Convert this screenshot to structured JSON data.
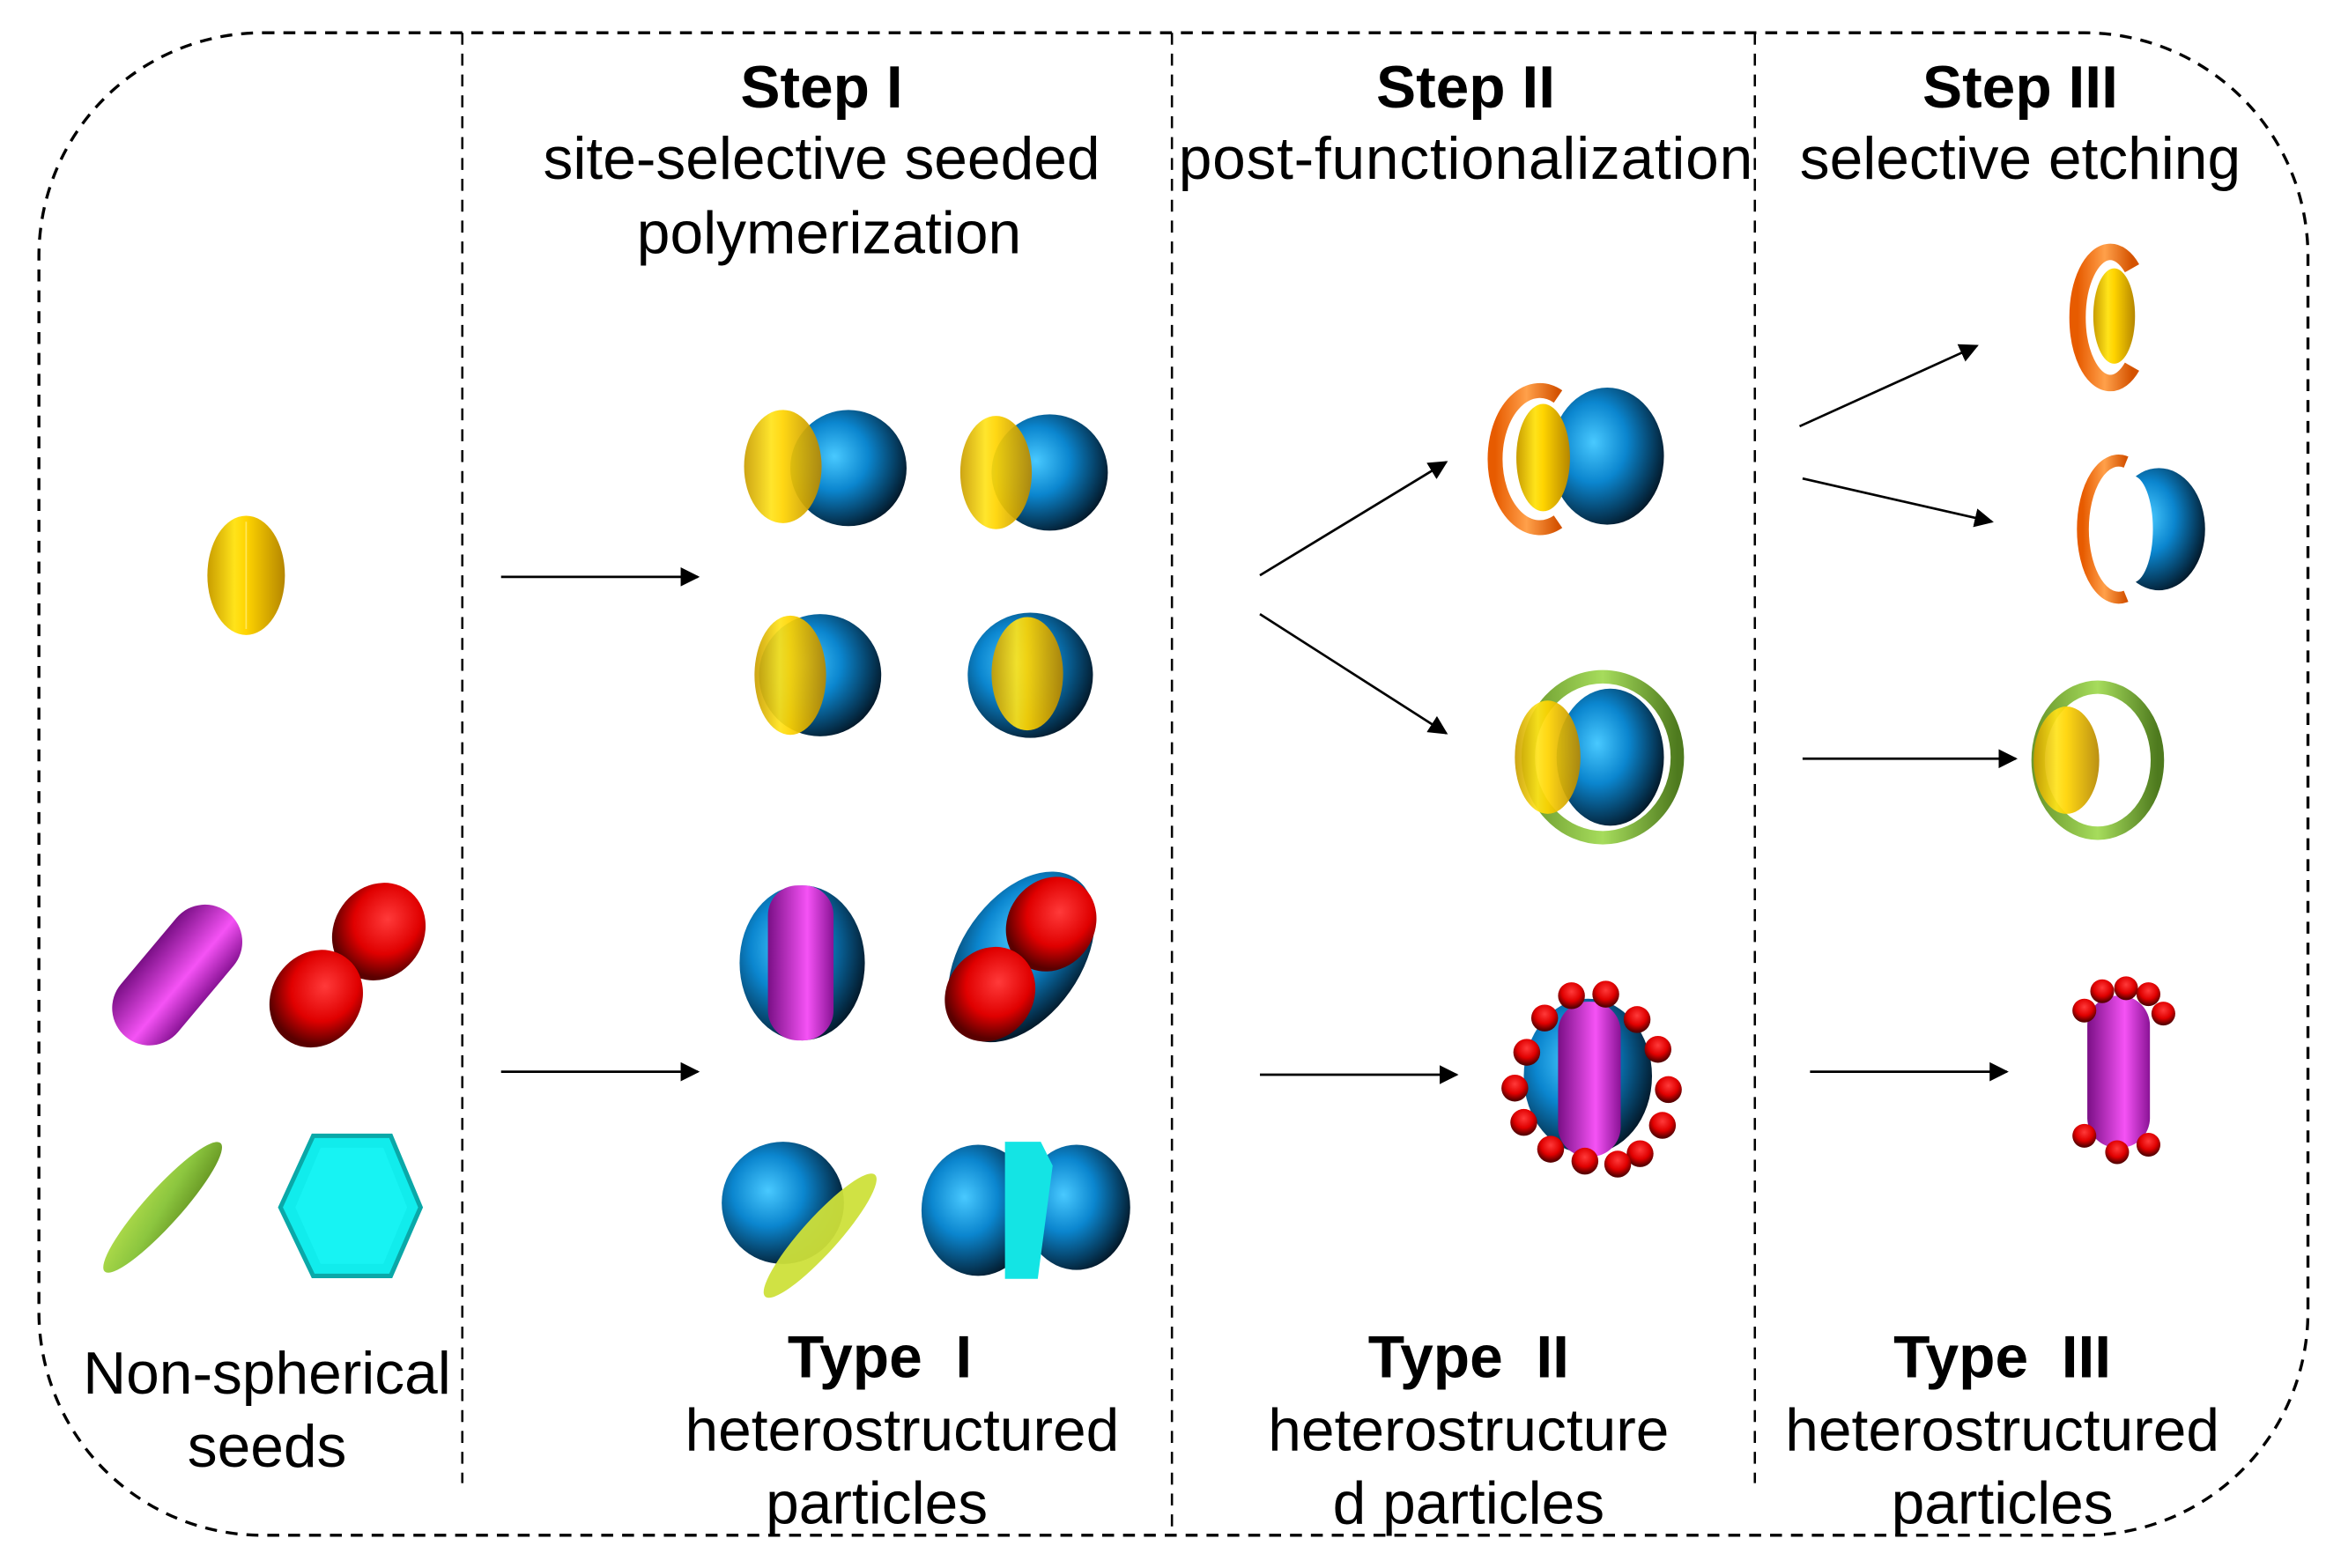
{
  "columns": {
    "seeds": {
      "label_line1": "Non-spherical",
      "label_line2": "seeds"
    },
    "step1": {
      "title": "Step I",
      "subtitle_line1": "site-selective seeded",
      "subtitle_line2": "polymerization",
      "type_label": "Type  I",
      "type_desc_line1": "heterostructured",
      "type_desc_line2": "particles"
    },
    "step2": {
      "title": "Step II",
      "subtitle_line1": "post-functionalization",
      "type_label": "Type  II",
      "type_desc_line1": "heterostructure",
      "type_desc_line2": "d particles"
    },
    "step3": {
      "title": "Step III",
      "subtitle_line1": "selective etching",
      "type_label": "Type  III",
      "type_desc_line1": "heterostructured",
      "type_desc_line2": "particles"
    }
  },
  "colors": {
    "gold": "#f2c200",
    "blue": "#1a8fd6",
    "purple": "#b21fc4",
    "red": "#e00000",
    "lime": "#9ccc3c",
    "cyan": "#11e9ea",
    "orange": "#f06a0a",
    "green_ring": "#8bc34a"
  }
}
